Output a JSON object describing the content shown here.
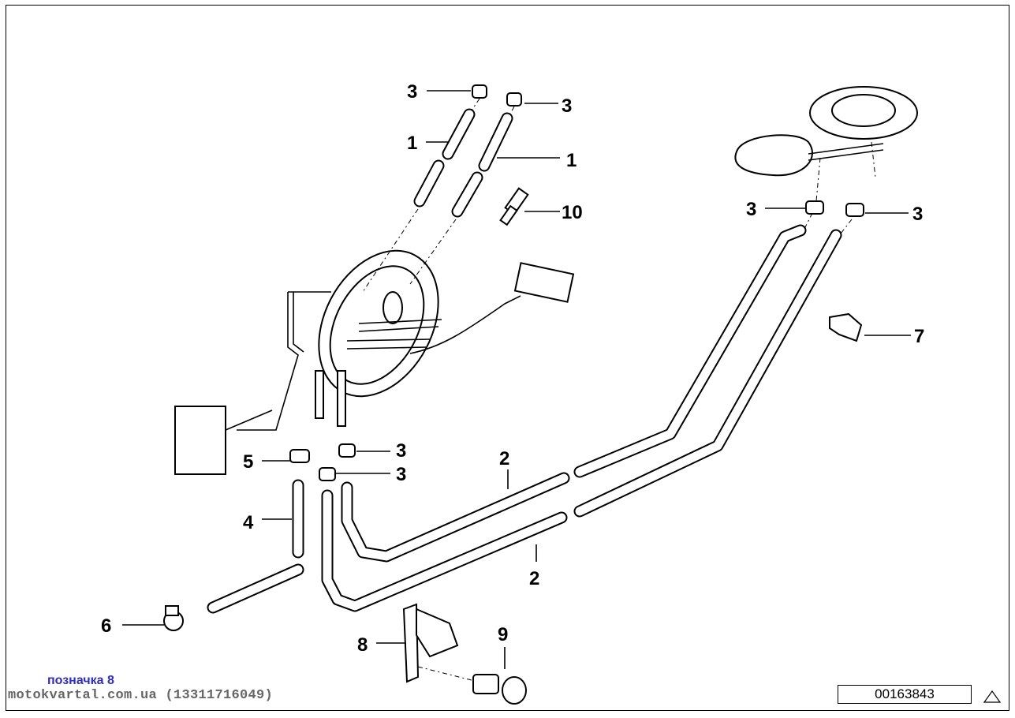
{
  "diagram": {
    "callouts": [
      {
        "id": "c3a",
        "label": "3"
      },
      {
        "id": "c3b",
        "label": "3"
      },
      {
        "id": "c1a",
        "label": "1"
      },
      {
        "id": "c1b",
        "label": "1"
      },
      {
        "id": "c10",
        "label": "10"
      },
      {
        "id": "c3c",
        "label": "3"
      },
      {
        "id": "c3d",
        "label": "3"
      },
      {
        "id": "c7",
        "label": "7"
      },
      {
        "id": "c5",
        "label": "5"
      },
      {
        "id": "c3e",
        "label": "3"
      },
      {
        "id": "c3f",
        "label": "3"
      },
      {
        "id": "c2a",
        "label": "2"
      },
      {
        "id": "c2b",
        "label": "2"
      },
      {
        "id": "c4",
        "label": "4"
      },
      {
        "id": "c6",
        "label": "6"
      },
      {
        "id": "c8",
        "label": "8"
      },
      {
        "id": "c9",
        "label": "9"
      }
    ],
    "diagram_id": "00163843"
  },
  "watermark": {
    "label": "позначка 8",
    "site": "motokvartal.com.ua (13311716049)"
  },
  "icons": {
    "corner": "triangle-icon"
  }
}
